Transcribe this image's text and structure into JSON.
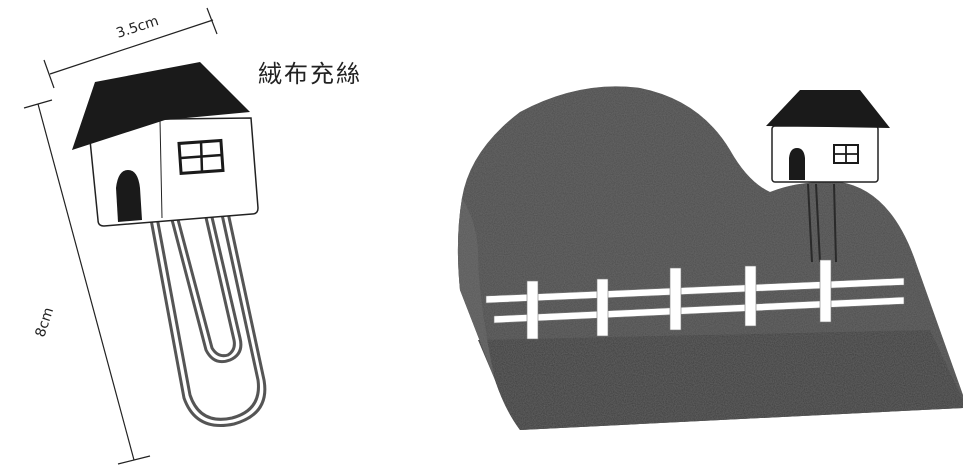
{
  "dimensions": {
    "width_label": "3.5cm",
    "height_label": "8cm"
  },
  "material_label": "絨布充絲",
  "colors": {
    "roof": "#1a1a1a",
    "outline": "#222222",
    "house_wall": "#ffffff",
    "hill_fill": "#4a4a4a",
    "hill_base": "#3a3a3a",
    "fence": "#ffffff",
    "clip": "#555555"
  },
  "icons": {
    "house": "house-icon",
    "window": "window-icon",
    "door": "door-icon",
    "paperclip": "paperclip-icon",
    "fence": "fence-icon",
    "hill": "hill-icon"
  }
}
